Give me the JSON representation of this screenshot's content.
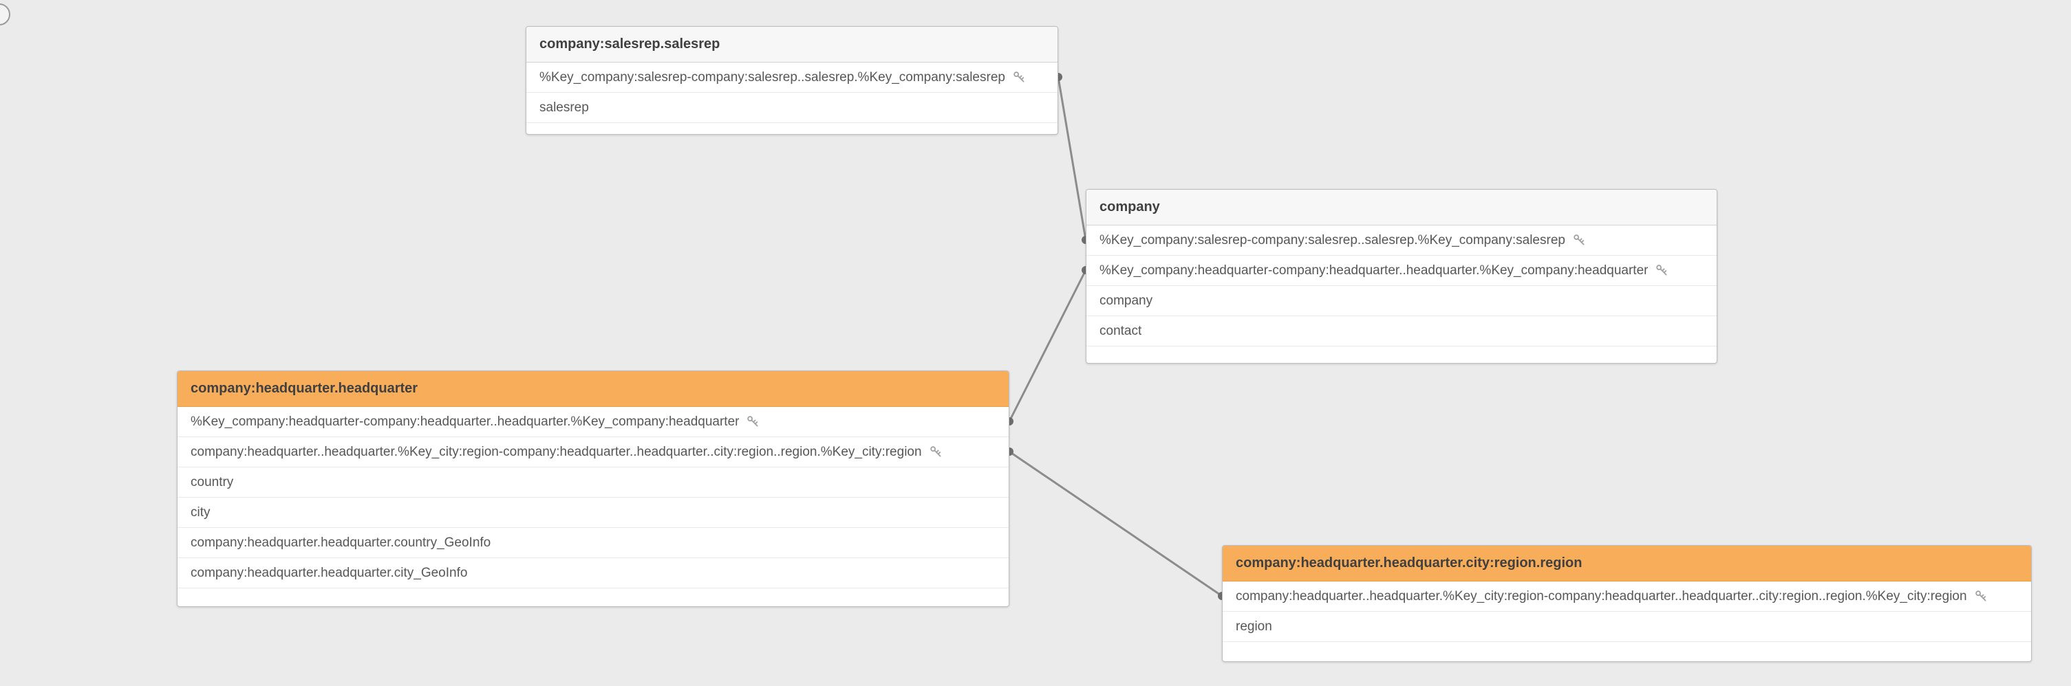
{
  "canvas": {
    "background_color": "#ebebeb"
  },
  "colors": {
    "table_header_default_bg": "#f7f7f7",
    "table_header_highlight_bg": "#f8ad5a",
    "table_border": "#bdbdbd",
    "row_divider": "#e9e9e9",
    "header_text": "#404040",
    "field_text": "#575757",
    "connector_line": "#8c8c8c",
    "connector_dot": "#6e6e6e"
  },
  "tables": [
    {
      "title": "company:salesrep.salesrep",
      "highlighted": false,
      "fields": [
        {
          "name": "%Key_company:salesrep-company:salesrep..salesrep.%Key_company:salesrep",
          "key": true
        },
        {
          "name": "salesrep",
          "key": false
        }
      ]
    },
    {
      "title": "company",
      "highlighted": false,
      "fields": [
        {
          "name": "%Key_company:salesrep-company:salesrep..salesrep.%Key_company:salesrep",
          "key": true
        },
        {
          "name": "%Key_company:headquarter-company:headquarter..headquarter.%Key_company:headquarter",
          "key": true
        },
        {
          "name": "company",
          "key": false
        },
        {
          "name": "contact",
          "key": false
        }
      ]
    },
    {
      "title": "company:headquarter.headquarter",
      "highlighted": true,
      "fields": [
        {
          "name": "%Key_company:headquarter-company:headquarter..headquarter.%Key_company:headquarter",
          "key": true
        },
        {
          "name": "company:headquarter..headquarter.%Key_city:region-company:headquarter..headquarter..city:region..region.%Key_city:region",
          "key": true
        },
        {
          "name": "country",
          "key": false
        },
        {
          "name": "city",
          "key": false
        },
        {
          "name": "company:headquarter.headquarter.country_GeoInfo",
          "key": false
        },
        {
          "name": "company:headquarter.headquarter.city_GeoInfo",
          "key": false
        }
      ]
    },
    {
      "title": "company:headquarter.headquarter.city:region.region",
      "highlighted": true,
      "fields": [
        {
          "name": "company:headquarter..headquarter.%Key_city:region-company:headquarter..headquarter..city:region..region.%Key_city:region",
          "key": true
        },
        {
          "name": "region",
          "key": false
        }
      ]
    }
  ],
  "connections": [
    {
      "from_table": "company:salesrep.salesrep",
      "to_table": "company"
    },
    {
      "from_table": "company:headquarter.headquarter",
      "to_table": "company"
    },
    {
      "from_table": "company:headquarter.headquarter",
      "to_table": "company:headquarter.headquarter.city:region.region"
    }
  ]
}
